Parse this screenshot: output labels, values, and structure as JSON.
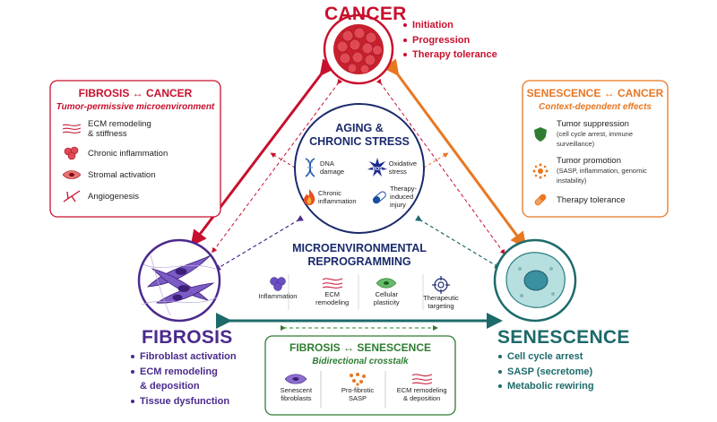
{
  "cancer": {
    "title": "CANCER",
    "items": [
      "Initiation",
      "Progression",
      "Therapy tolerance"
    ]
  },
  "fibrosis": {
    "title": "FIBROSIS",
    "items": [
      "Fibroblast activation",
      "ECM remodeling",
      "& deposition",
      "Tissue dysfunction"
    ]
  },
  "senescence": {
    "title": "SENESCENCE",
    "items": [
      "Cell cycle arrest",
      "SASP (secretome)",
      "Metabolic rewiring"
    ]
  },
  "fib_cancer_box": {
    "title": "FIBROSIS ↔ CANCER",
    "subtitle": "Tumor-permissive microenvironment",
    "rows": [
      "ECM remodeling",
      "& stiffness",
      "Chronic inflammation",
      "Stromal activation",
      "Angiogenesis"
    ]
  },
  "sen_cancer_box": {
    "title": "SENESCENCE ↔ CANCER",
    "subtitle": "Context-dependent effects",
    "rows": [
      {
        "main": "Tumor suppression",
        "detail": "(cell cycle arrest, immune surveillance)"
      },
      {
        "main": "Tumor promotion",
        "detail": "(SASP, inflammation, genomic instability)"
      },
      {
        "main": "Therapy tolerance",
        "detail": ""
      }
    ]
  },
  "aging": {
    "title_line1": "AGING &",
    "title_line2": "CHRONIC STRESS",
    "items": [
      {
        "l1": "DNA",
        "l2": "damage"
      },
      {
        "l1": "Oxidative",
        "l2": "stress"
      },
      {
        "l1": "Chronic",
        "l2": "inflammation"
      },
      {
        "l1": "Therapy-",
        "l2": "induced",
        "l3": "injury"
      }
    ],
    "ros_label": "ROS"
  },
  "micro": {
    "title_line1": "MICROENVIRONMENTAL",
    "title_line2": "REPROGRAMMING",
    "items": [
      {
        "l1": "Inflammation",
        "l2": ""
      },
      {
        "l1": "ECM",
        "l2": "remodeling"
      },
      {
        "l1": "Cellular",
        "l2": "plasticity"
      },
      {
        "l1": "Therapeutic",
        "l2": "targeting"
      }
    ]
  },
  "fib_sen_box": {
    "title": "FIBROSIS ↔ SENESCENCE",
    "subtitle": "Bidirectional crosstalk",
    "items": [
      {
        "l1": "Senescent",
        "l2": "fibroblasts"
      },
      {
        "l1": "Pro-fibrotic",
        "l2": "SASP"
      },
      {
        "l1": "ECM remodeling",
        "l2": "& deposition"
      }
    ]
  },
  "colors": {
    "cancer": "#c8102e",
    "fibrosis": "#4b2a8c",
    "senescence": "#1d6a6a",
    "aging": "#1a2a6c",
    "orange": "#e87722",
    "green": "#2e7d32"
  }
}
